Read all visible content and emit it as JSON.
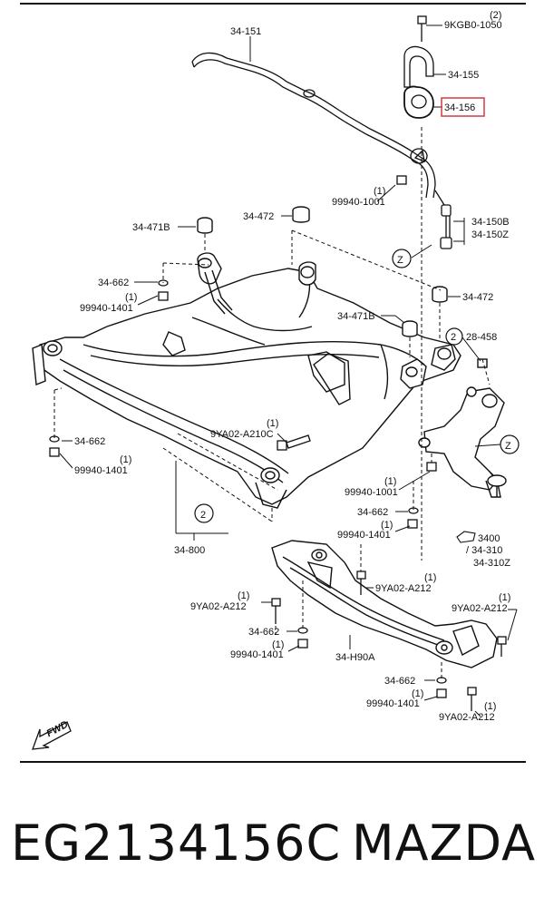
{
  "labels": {
    "l_34_151": "34-151",
    "l_qty2_top": "(2)",
    "l_9kgb0": "9KGB0-1050",
    "l_34_155": "34-155",
    "l_34_156": "34-156",
    "l_qty1_a": "(1)",
    "l_99940_a": "99940-1001",
    "l_34_471b_a": "34-471B",
    "l_34_472_a": "34-472",
    "l_34_150b": "34-150B",
    "l_34_150z": "34-150Z",
    "l_z_a": "Z",
    "l_34_662_a": "34-662",
    "l_qty1_b": "(1)",
    "l_99940_1401_a": "99940-1401",
    "l_34_472_b": "34-472",
    "l_34_471b_b": "34-471B",
    "l_2_a": "2",
    "l_28_458": "28-458",
    "l_34_662_b": "34-662",
    "l_qty1_c": "(1)",
    "l_99940_1401_b": "99940-1401",
    "l_qty1_d": "(1)",
    "l_9ya02_a210c": "9YA02-A210C",
    "l_z_b": "Z",
    "l_qty1_e": "(1)",
    "l_99940_1001_b": "99940-1001",
    "l_34_662_c": "34-662",
    "l_qty1_f": "(1)",
    "l_99940_1401_c": "99940-1401",
    "l_2_b": "2",
    "l_34_800": "34-800",
    "l_3400": "3400",
    "l_34_310": "/ 34-310",
    "l_34_310z": "34-310Z",
    "l_qty1_g": "(1)",
    "l_9ya02_a212_a": "9YA02-A212",
    "l_qty1_h": "(1)",
    "l_9ya02_a212_b": "9YA02-A212",
    "l_qty1_i": "(1)",
    "l_9ya02_a212_c": "9YA02-A212",
    "l_34_662_d": "34-662",
    "l_qty1_j": "(1)",
    "l_99940_1401_d": "99940-1401",
    "l_34_h90a": "34-H90A",
    "l_34_662_e": "34-662",
    "l_qty1_k": "(1)",
    "l_99940_1401_e": "99940-1401",
    "l_qty1_l": "(1)",
    "l_9ya02_a212_d": "9YA02-A212",
    "l_fwd": "FWD"
  },
  "caption": {
    "part_number": "EG2134156C",
    "brand": "MAZDA"
  },
  "colors": {
    "line": "#111111",
    "highlight": "#d9454f",
    "background": "#ffffff"
  }
}
